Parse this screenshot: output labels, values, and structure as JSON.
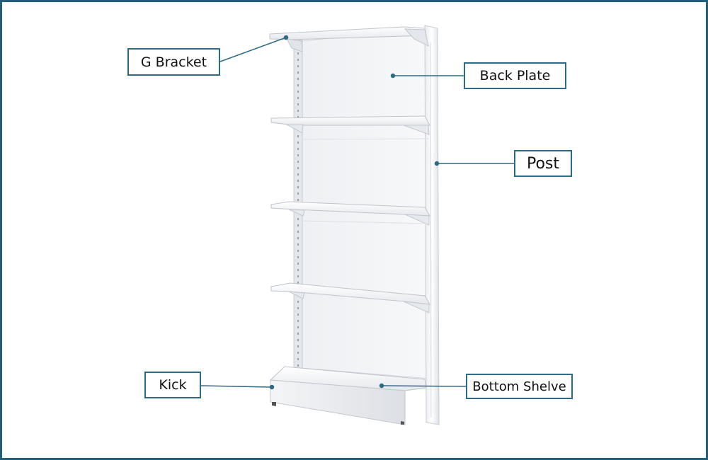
{
  "labels": {
    "g_bracket": "G Bracket",
    "back_plate": "Back Plate",
    "post": "Post",
    "kick": "Kick",
    "bottom_shelve": "Bottom Shelve"
  },
  "colors": {
    "frame": "#1f5f7a",
    "label_border": "#2d6a84",
    "leader_line": "#2d6a84",
    "shelf_white": "#f3f4f6"
  }
}
